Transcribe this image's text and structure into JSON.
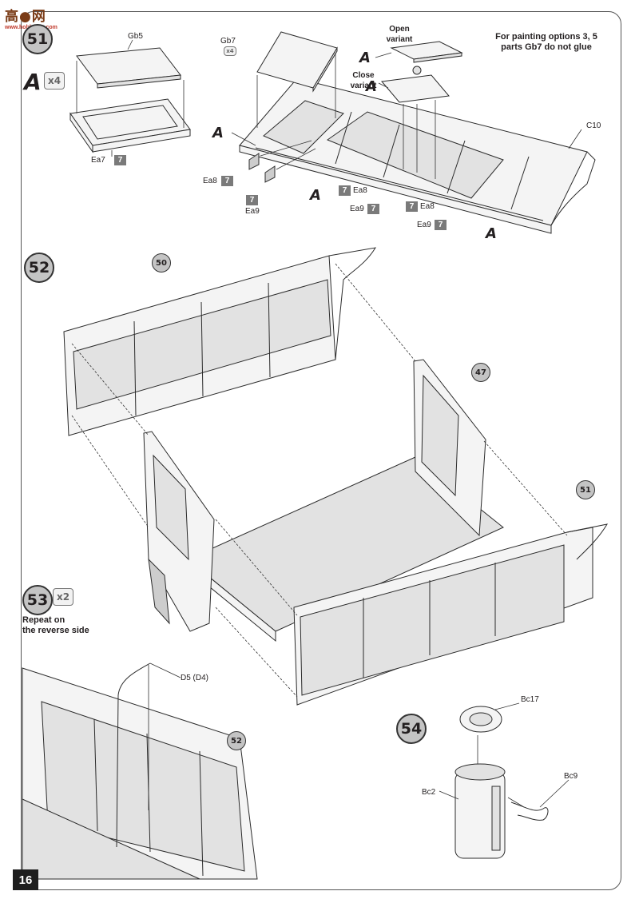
{
  "watermark": {
    "title": "高●网",
    "url": "www.hobbyfan.com"
  },
  "page_number": "16",
  "steps": {
    "s51": {
      "number": "51",
      "multiplier": "x4",
      "subassembly_letter": "A",
      "gb7_multiplier": "x4",
      "open_variant": "Open\nvariant",
      "close_variant": "Close\nvariant",
      "painting_note": "For painting options 3, 5\nparts Gb7 do not glue",
      "parts": {
        "gb5": "Gb5",
        "gb7": "Gb7",
        "ea7": "Ea7",
        "ea8": "Ea8",
        "ea9": "Ea9",
        "c10": "C10"
      },
      "color_code": "7"
    },
    "s52": {
      "number": "52",
      "ref_50": "50",
      "ref_47": "47",
      "ref_51": "51"
    },
    "s53": {
      "number": "53",
      "multiplier": "x2",
      "repeat_note": "Repeat on\nthe reverse side",
      "part_d5": "D5 (D4)",
      "ref_52": "52"
    },
    "s54": {
      "number": "54",
      "parts": {
        "bc17": "Bc17",
        "bc2": "Bc2",
        "bc9": "Bc9"
      }
    }
  },
  "colors": {
    "part_fill": "#f4f4f4",
    "shade": "#e2e2e2",
    "step_circle": "#c4c4c4",
    "paint_box": "#7a7a7a"
  }
}
